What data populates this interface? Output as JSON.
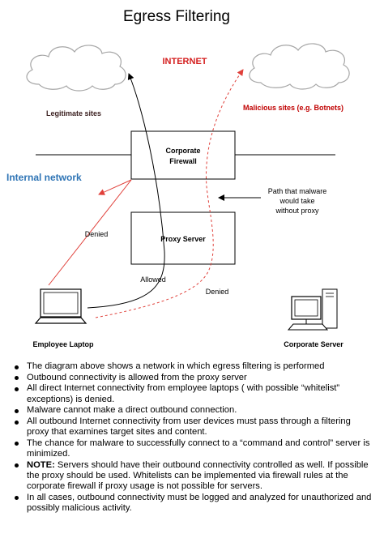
{
  "title": "Egress Filtering",
  "labels": {
    "internet": "INTERNET",
    "legitimate_sites": "Legitimate sites",
    "malicious_sites": "Malicious sites (e.g. Botnets)",
    "internal_network": "Internal network",
    "firewall_line1": "Corporate",
    "firewall_line2": "Firewall",
    "proxy_server": "Proxy Server",
    "malware_path_line1": "Path that malware",
    "malware_path_line2": "would take",
    "malware_path_line3": "without proxy",
    "denied_left": "Denied",
    "allowed": "Allowed",
    "denied_right": "Denied",
    "employee_laptop": "Employee Laptop",
    "corporate_server": "Corporate Server"
  },
  "colors": {
    "internet_red": "#d42020",
    "internal_blue": "#2e74b5",
    "malicious_red": "#c00000",
    "arrow_red": "#e0403a"
  },
  "bullets": [
    {
      "text": "The diagram above shows a network in which egress filtering is performed"
    },
    {
      "text": "Outbound connectivity is allowed from the proxy server"
    },
    {
      "text": "All direct Internet connectivity from employee laptops ( with possible “whitelist” exceptions) is denied."
    },
    {
      "text": "Malware cannot make a direct outbound connection."
    },
    {
      "text": " All outbound Internet connectivity from user devices must pass through a filtering proxy that examines target sites and content."
    },
    {
      "text": "The chance for malware to successfully connect to a “command and control” server is minimized."
    },
    {
      "bold": "NOTE:",
      "text": " Servers should have their outbound connectivity controlled as well. If possible the proxy should be used. Whitelists can be implemented via firewall rules at the corporate firewall if proxy usage is not possible for servers."
    },
    {
      "text": "In all cases, outbound connectivity must be logged and analyzed for unauthorized and possibly malicious activity."
    }
  ]
}
